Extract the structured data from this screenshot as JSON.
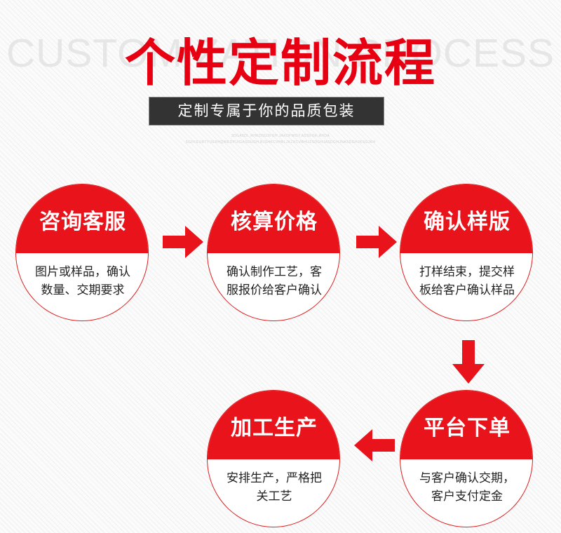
{
  "header": {
    "ghost_title": "CUSTOMIZATION PROCESS",
    "main_title": "个性定制流程",
    "subtitle": "定制专属于你的品质包装",
    "micro_text_line1": "3DGA5DL,RHKDNU3FGH JAKDFWGY,ADSFGK,AHDA",
    "micro_text_line2": "SGFKEURTYUERHQWEDPUIGASDUGH,BJSHKCVHBLJKZXCVBHUZSDGHJASDGHJNASDGHJKSGJKH"
  },
  "flow": {
    "nodes": [
      {
        "id": "node-1",
        "title": "咨询客服",
        "desc": "图片或样品，确认数量、交期要求"
      },
      {
        "id": "node-2",
        "title": "核算价格",
        "desc": "确认制作工艺，客服报价给客户确认"
      },
      {
        "id": "node-3",
        "title": "确认样版",
        "desc": "打样结束，提交样板给客户确认样品"
      },
      {
        "id": "node-4",
        "title": "平台下单",
        "desc": "与客户确认交期，客户支付定金"
      },
      {
        "id": "node-5",
        "title": "加工生产",
        "desc": "安排生产，严格把关工艺"
      }
    ],
    "arrows": [
      {
        "id": "arrow-1",
        "direction": "right"
      },
      {
        "id": "arrow-2",
        "direction": "right"
      },
      {
        "id": "arrow-3",
        "direction": "down"
      },
      {
        "id": "arrow-4",
        "direction": "left"
      }
    ]
  },
  "colors": {
    "brand_red": "#e8131b",
    "title_red": "#e60012",
    "subtitle_bar": "#333333",
    "ghost_gray": "#e6e6e6",
    "background": "#fbfbfb"
  }
}
